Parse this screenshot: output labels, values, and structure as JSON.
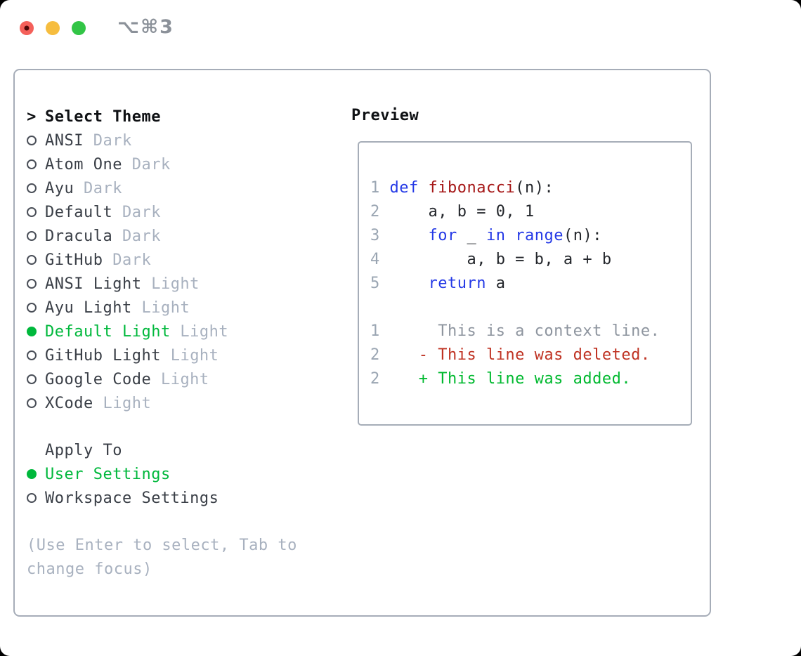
{
  "window": {
    "title": "⌥⌘3",
    "traffic_lights": [
      "close",
      "minimize",
      "zoom"
    ]
  },
  "theme_selector": {
    "header_marker": ">",
    "header": "Select Theme",
    "items": [
      {
        "name": "ANSI",
        "variant": "Dark",
        "selected": false
      },
      {
        "name": "Atom One",
        "variant": "Dark",
        "selected": false
      },
      {
        "name": "Ayu",
        "variant": "Dark",
        "selected": false
      },
      {
        "name": "Default",
        "variant": "Dark",
        "selected": false
      },
      {
        "name": "Dracula",
        "variant": "Dark",
        "selected": false
      },
      {
        "name": "GitHub",
        "variant": "Dark",
        "selected": false
      },
      {
        "name": "ANSI Light",
        "variant": "Light",
        "selected": false
      },
      {
        "name": "Ayu Light",
        "variant": "Light",
        "selected": false
      },
      {
        "name": "Default Light",
        "variant": "Light",
        "selected": true
      },
      {
        "name": "GitHub Light",
        "variant": "Light",
        "selected": false
      },
      {
        "name": "Google Code",
        "variant": "Light",
        "selected": false
      },
      {
        "name": "XCode",
        "variant": "Light",
        "selected": false
      }
    ]
  },
  "apply_to": {
    "header": "Apply To",
    "items": [
      {
        "name": "User Settings",
        "selected": true
      },
      {
        "name": "Workspace Settings",
        "selected": false
      }
    ]
  },
  "help_lines": [
    "(Use Enter to select, Tab to",
    "change focus)"
  ],
  "preview": {
    "title": "Preview",
    "lines": [
      {
        "num": "1",
        "tokens": [
          {
            "c": "p",
            "t": " "
          },
          {
            "c": "kw",
            "t": "def"
          },
          {
            "c": "p",
            "t": " "
          },
          {
            "c": "fn",
            "t": "fibonacci"
          },
          {
            "c": "p",
            "t": "(n):"
          }
        ]
      },
      {
        "num": "2",
        "tokens": [
          {
            "c": "p",
            "t": "     a, b = 0, 1"
          }
        ]
      },
      {
        "num": "3",
        "tokens": [
          {
            "c": "p",
            "t": "     "
          },
          {
            "c": "kw",
            "t": "for"
          },
          {
            "c": "p",
            "t": " _ "
          },
          {
            "c": "kw",
            "t": "in"
          },
          {
            "c": "p",
            "t": " "
          },
          {
            "c": "kw",
            "t": "range"
          },
          {
            "c": "p",
            "t": "(n):"
          }
        ]
      },
      {
        "num": "4",
        "tokens": [
          {
            "c": "p",
            "t": "         a, b = b, a + b"
          }
        ]
      },
      {
        "num": "5",
        "tokens": [
          {
            "c": "p",
            "t": "     "
          },
          {
            "c": "kw",
            "t": "return"
          },
          {
            "c": "p",
            "t": " a"
          }
        ]
      },
      {
        "num": "",
        "tokens": []
      },
      {
        "num": "1",
        "tokens": [
          {
            "c": "ctx",
            "t": "      This is a context line."
          }
        ]
      },
      {
        "num": "2",
        "tokens": [
          {
            "c": "del",
            "t": "    - This line was deleted."
          }
        ]
      },
      {
        "num": "2",
        "tokens": [
          {
            "c": "add",
            "t": "    + This line was added."
          }
        ]
      }
    ]
  },
  "colors": {
    "green": "#00b83c",
    "keyword_blue": "#2439e6",
    "function_red": "#a51616",
    "diff_red": "#bf3222",
    "diff_green": "#00b92f",
    "plain_code": "#23262b",
    "text_dark": "#393e46",
    "header_dark": "#0f1114",
    "muted_gray": "#a8b1bf",
    "context_gray": "#8e959f",
    "line_number": "#9aa5b2",
    "border_gray": "#a6adb8",
    "title_gray": "#8b9199",
    "light_red": "#f4605a",
    "light_yellow": "#f6bd3f",
    "light_green": "#32c546"
  }
}
